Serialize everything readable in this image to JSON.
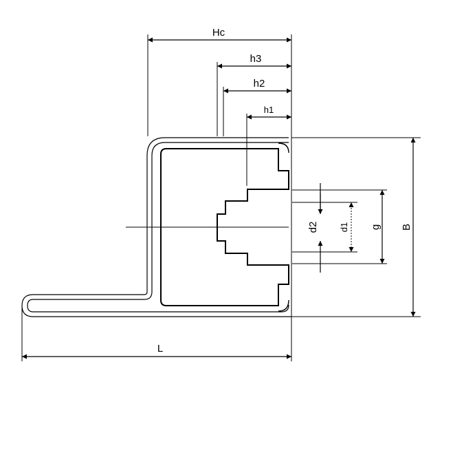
{
  "diagram": {
    "labels": {
      "Hc": "Hc",
      "h3": "h3",
      "h2": "h2",
      "h1": "h1",
      "B": "B",
      "L": "L",
      "g": "g",
      "d1": "d1",
      "d2": "d2"
    },
    "colors": {
      "line": "#000000",
      "background": "#ffffff"
    }
  }
}
